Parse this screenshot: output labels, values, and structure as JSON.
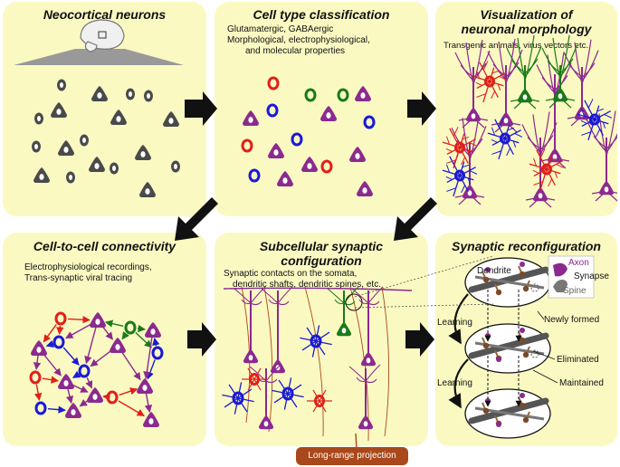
{
  "panels": {
    "p1": {
      "title": "Neocortical neurons"
    },
    "p2": {
      "title": "Cell type classification",
      "desc": [
        "Glutamatergic, GABAergic",
        "Morphological, electrophysiological,",
        "and molecular properties"
      ]
    },
    "p3": {
      "title_l1": "Visualization of",
      "title_l2": "neuronal morphology",
      "desc": "Transgenic animals, virus vectors etc."
    },
    "p4": {
      "title": "Cell-to-cell connectivity",
      "desc": [
        "Electrophysiological recordings,",
        "Trans-synaptic viral tracing"
      ]
    },
    "p5": {
      "title_l1": "Subcellular synaptic",
      "title_l2": "configuration",
      "desc": [
        "Synaptic contacts on the somata,",
        "dendritic shafts, dendritic spines, etc."
      ]
    },
    "p6": {
      "title": "Synaptic reconfiguration"
    }
  },
  "synaptic": {
    "dendrite": "Dendrite",
    "axon": "Axon",
    "synapse": "Synapse",
    "spine": "Spine",
    "learning_1": "Learning",
    "learning_2": "Learning",
    "newly_formed": "Newly formed",
    "eliminated": "Eliminated",
    "maintained": "Maintained"
  },
  "long_range": "Long-range projection",
  "colors": {
    "panel_bg": "#fbf9c2",
    "gray_neuron": "#4a4a4a",
    "purple": "#8b2a8f",
    "red": "#e0201a",
    "blue": "#1a1ad6",
    "green": "#1a7a1a",
    "brown": "#a9481a"
  }
}
